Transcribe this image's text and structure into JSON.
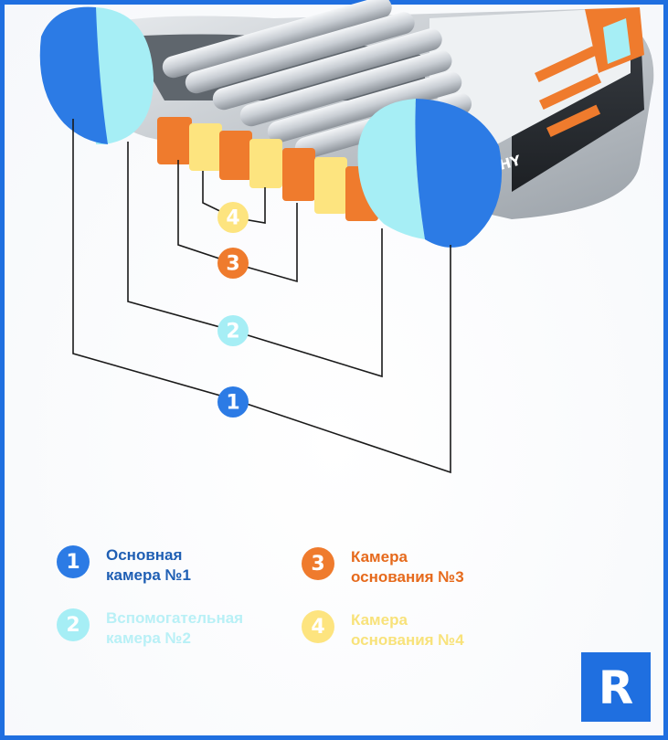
{
  "boat_side_text": "HY",
  "callouts": [
    {
      "number": "1",
      "color": "#2c7be5"
    },
    {
      "number": "2",
      "color": "#a6eef5"
    },
    {
      "number": "3",
      "color": "#ef7b2d"
    },
    {
      "number": "4",
      "color": "#fde47f"
    }
  ],
  "legend": [
    {
      "number": "1",
      "text": "Основная\nкамера №1",
      "color": "#2c7be5",
      "text_color": "#1f5fb4"
    },
    {
      "number": "2",
      "text": "Вспомогательная\nкамера №2",
      "color": "#a6eef5",
      "text_color": "#b8f0f6"
    },
    {
      "number": "3",
      "text": "Камера\nоснования №3",
      "color": "#ef7b2d",
      "text_color": "#e66a1c"
    },
    {
      "number": "4",
      "text": "Камера\nоснования №4",
      "color": "#fde47f",
      "text_color": "#f8e27a"
    }
  ],
  "logo_letter": "R"
}
